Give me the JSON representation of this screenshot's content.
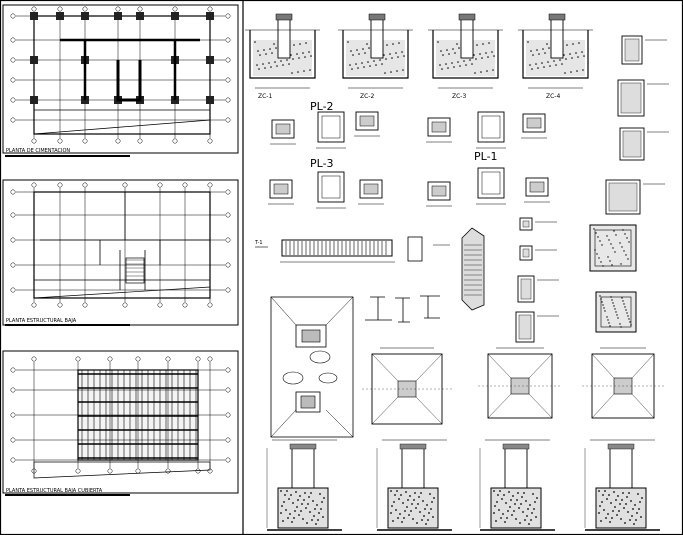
{
  "plans": [
    {
      "title": "PLANTA DE CIMENTACION"
    },
    {
      "title": "PLANTA ESTRUCTURAL BAJA"
    },
    {
      "title": "PLANTA ESTRUCTURAL BAJA CUBIERTA"
    }
  ],
  "footings": [
    {
      "label": "ZC-1"
    },
    {
      "label": "ZC-2"
    },
    {
      "label": "ZC-3"
    },
    {
      "label": "ZC-4"
    }
  ],
  "pilasters": [
    {
      "label": "PL-2"
    },
    {
      "label": "PL-3"
    },
    {
      "label": "PL-1"
    }
  ],
  "beam": {
    "label": "T-1"
  }
}
